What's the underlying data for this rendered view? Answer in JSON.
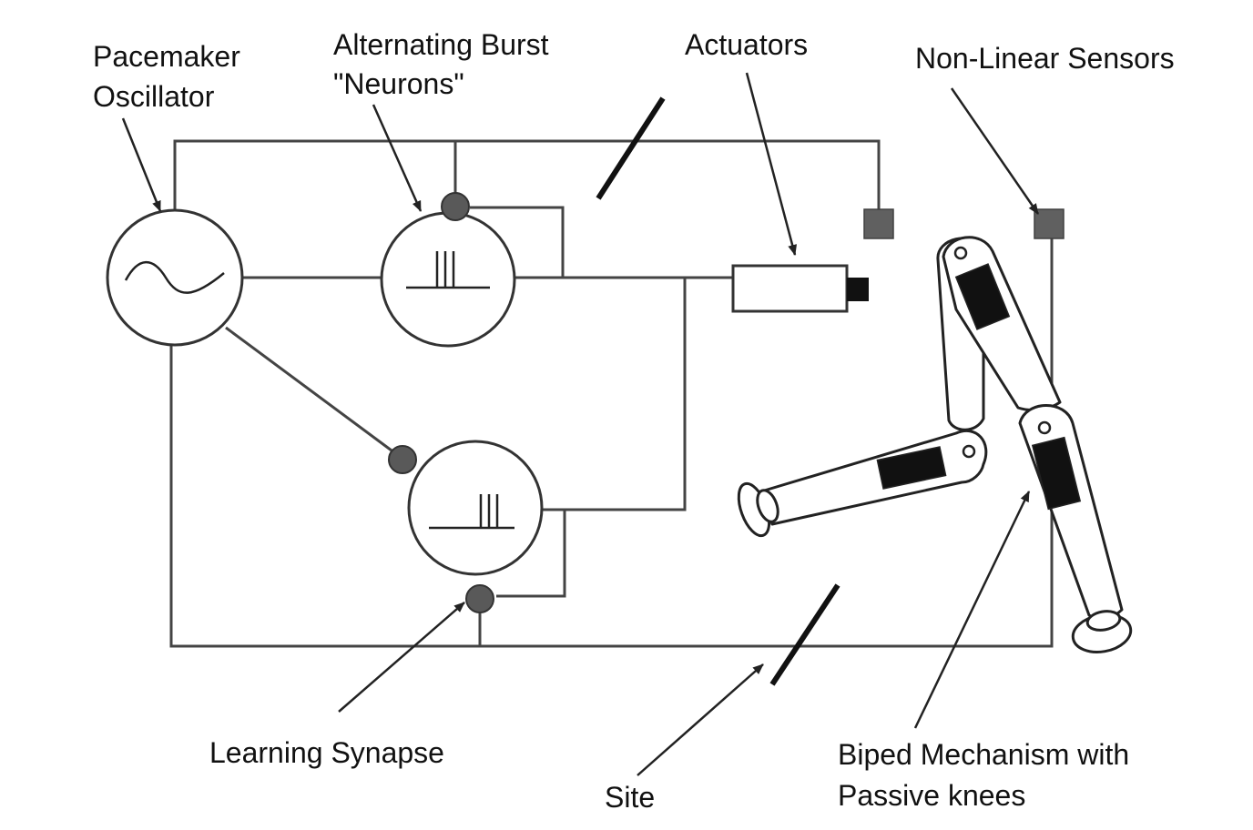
{
  "labels": {
    "pacemaker_line1": "Pacemaker",
    "pacemaker_line2": "Oscillator",
    "burst_line1": "Alternating Burst",
    "burst_line2": "\"Neurons\"",
    "actuators": "Actuators",
    "sensors": "Non-Linear Sensors",
    "learning_synapse": "Learning Synapse",
    "site": "Site",
    "biped_line1": "Biped Mechanism with",
    "biped_line2": "Passive knees"
  },
  "colors": {
    "wire": "#444444",
    "synapse": "#595959",
    "sensor": "#606060",
    "limb_window": "#111111",
    "background": "#ffffff"
  },
  "components": {
    "oscillator_icon": "sine-wave-icon",
    "burst_icon": "spike-train-icon",
    "synapse_icon": "synapse-dot-icon",
    "sensor_icon": "sensor-square-icon"
  }
}
